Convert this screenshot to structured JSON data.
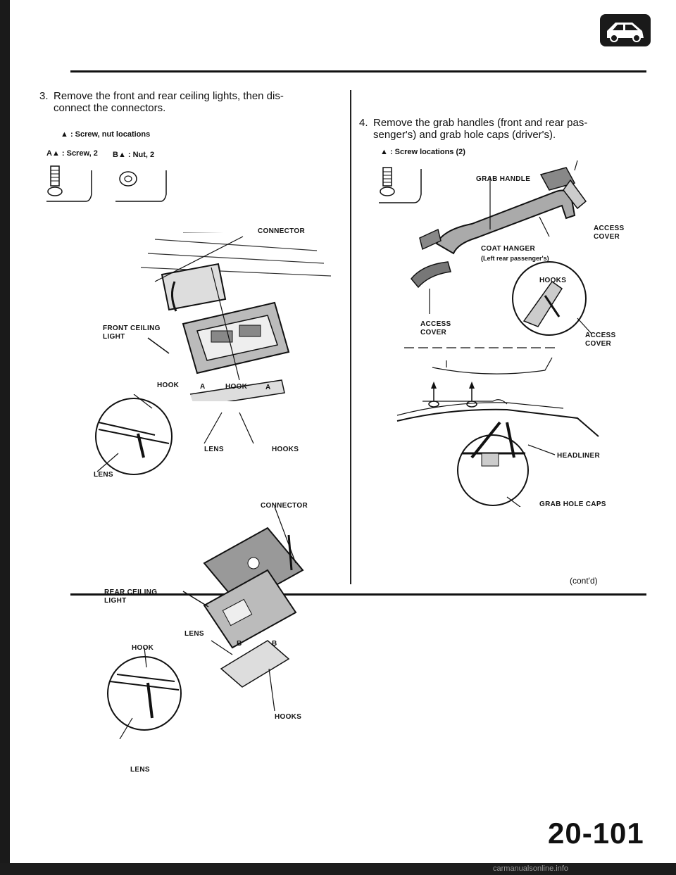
{
  "page": {
    "page_number": "20-101",
    "cont": "(cont'd)"
  },
  "left": {
    "step_num": "3.",
    "step_text_line1": "Remove the front and rear ceiling lights, then dis-",
    "step_text_line2": "connect the connectors.",
    "legend": "▲ : Screw, nut locations",
    "legend_a": "A▲ : Screw, 2",
    "legend_b": "B▲ : Nut, 2",
    "labels": {
      "connector_top": "CONNECTOR",
      "front_ceiling_light": "FRONT CEILING\nLIGHT",
      "hook_1": "HOOK",
      "hook_2": "HOOK",
      "a_1": "A",
      "a_2": "A",
      "lens_1": "LENS",
      "hooks_1": "HOOKS",
      "lens_2": "LENS",
      "connector_bottom": "CONNECTOR",
      "rear_ceiling_light": "REAR CEILING\nLIGHT",
      "lens_3": "LENS",
      "hook_3": "HOOK",
      "b_1": "B",
      "b_2": "B",
      "hooks_2": "HOOKS",
      "lens_4": "LENS"
    }
  },
  "right": {
    "step_num": "4.",
    "step_text_line1": "Remove the grab handles (front and rear pas-",
    "step_text_line2": "senger's) and grab hole caps (driver's).",
    "legend": "▲ : Screw locations (2)",
    "labels": {
      "grab_handle": "GRAB HANDLE",
      "access_cover_1": "ACCESS\nCOVER",
      "coat_hanger": "COAT HANGER",
      "coat_hanger_note": "(Left rear passenger's)",
      "hooks": "HOOKS",
      "access_cover_2": "ACCESS\nCOVER",
      "access_cover_3": "ACCESS\nCOVER",
      "headliner": "HEADLINER",
      "grab_hole_caps": "GRAB HOLE CAPS"
    }
  },
  "watermark": "carmanualsonline.info"
}
